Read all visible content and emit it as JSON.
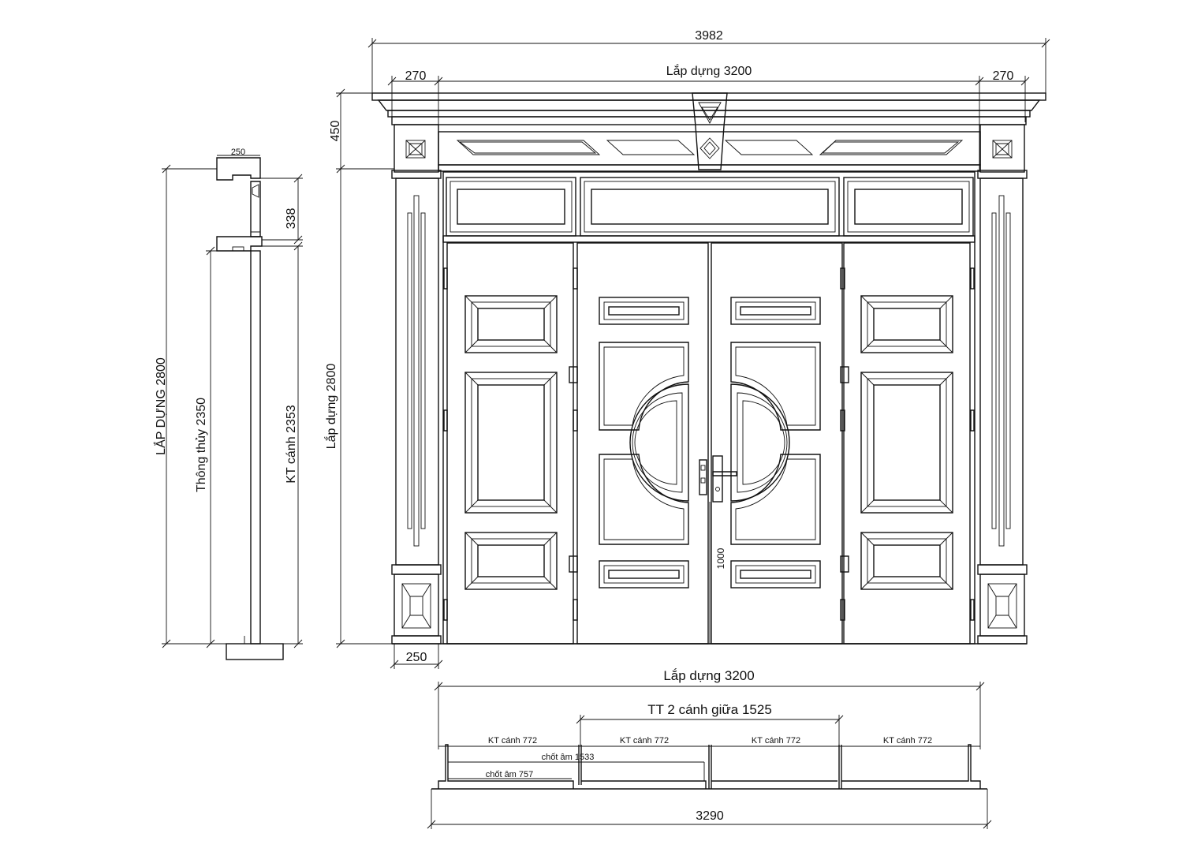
{
  "top": {
    "overall_width": "3982",
    "left_margin": "270",
    "right_margin": "270",
    "install_width": "Lắp dựng 3200",
    "head_height": "450",
    "column_width": "250"
  },
  "elevation": {
    "install_height": "Lắp dựng 2800",
    "handle_height": "1000"
  },
  "section": {
    "frame_width": "250",
    "transom_height": "338",
    "install_height": "LẮP DỰNG 2800",
    "clear_height": "Thông thủy 2350",
    "leaf_height": "KT cánh 2353"
  },
  "plan": {
    "install_width": "Lắp dựng 3200",
    "middle_pair": "TT 2 cánh giữa 1525",
    "leaf_labels": [
      "KT cánh 772",
      "KT cánh 772",
      "KT cánh 772",
      "KT cánh 772"
    ],
    "bolt_long": "chốt âm 1533",
    "bolt_short": "chốt âm 757",
    "overall_width": "3290"
  }
}
